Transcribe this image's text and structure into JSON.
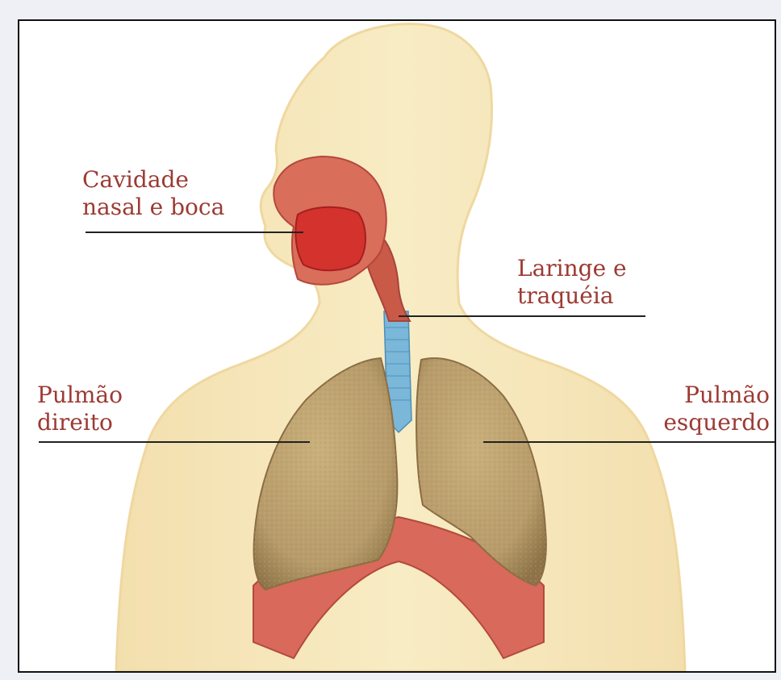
{
  "labels": {
    "nasal": {
      "line1": "Cavidade",
      "line2": "nasal e boca"
    },
    "larynx": {
      "line1": "Laringe e",
      "line2": "traquéia"
    },
    "right_lung": {
      "line1": "Pulmão",
      "line2": "direito"
    },
    "left_lung": {
      "line1": "Pulmão",
      "line2": "esquerdo"
    }
  },
  "colors": {
    "label_text": "#9c3a33",
    "body": "#f6e6b6",
    "lung": "#b79b6a",
    "diaphragm": "#d9695a",
    "mouth": "#d3322d",
    "trachea": "#7ab7d9",
    "border": "#111111",
    "leader_line": "#222222"
  }
}
